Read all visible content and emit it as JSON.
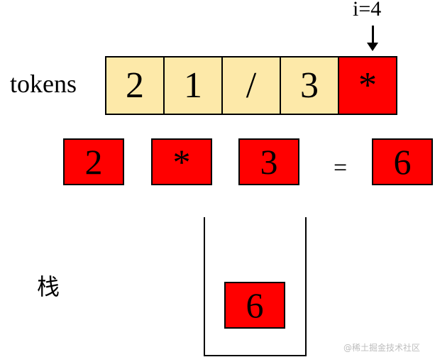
{
  "pointer": {
    "label": "i=4"
  },
  "tokens": {
    "label": "tokens",
    "items": [
      "2",
      "1",
      "/",
      "3",
      "*"
    ],
    "active_index": 4
  },
  "operation": {
    "left": "2",
    "operator": "*",
    "right": "3",
    "equals": "=",
    "result": "6"
  },
  "stack": {
    "label": "栈",
    "items": [
      "6"
    ]
  },
  "watermark": "@稀土掘金技术社区",
  "colors": {
    "token_fill": "#fde9a9",
    "highlight_fill": "#ff0000",
    "outline": "#000000"
  }
}
